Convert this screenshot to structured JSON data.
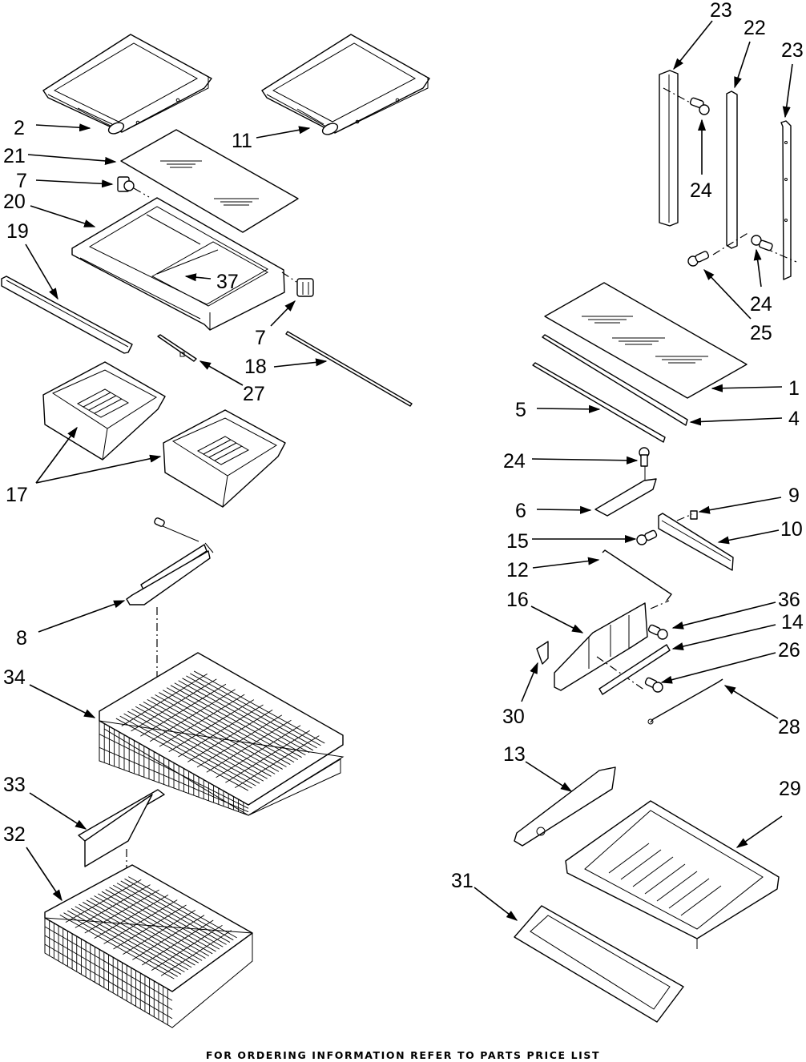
{
  "diagram": {
    "type": "exploded-parts-diagram",
    "subject": "Refrigerator shelf, crisper and freezer basket parts",
    "callouts": [
      {
        "id": "c2",
        "label": "2",
        "part": "shelf-frame-left"
      },
      {
        "id": "c11",
        "label": "11",
        "part": "shelf-frame-right"
      },
      {
        "id": "c21",
        "label": "21",
        "part": "crisper-glass-cover"
      },
      {
        "id": "c7a",
        "label": "7",
        "part": "shelf-support-clip-left"
      },
      {
        "id": "c20",
        "label": "20",
        "part": "crisper-cover-frame"
      },
      {
        "id": "c19",
        "label": "19",
        "part": "crisper-front-trim"
      },
      {
        "id": "c37",
        "label": "37",
        "part": "humidity-slide"
      },
      {
        "id": "c7b",
        "label": "7",
        "part": "shelf-support-clip-right"
      },
      {
        "id": "c18",
        "label": "18",
        "part": "shelf-rail-rod"
      },
      {
        "id": "c27",
        "label": "27",
        "part": "crisper-divider-clip"
      },
      {
        "id": "c17",
        "label": "17",
        "part": "crisper-drawers"
      },
      {
        "id": "c8",
        "label": "8",
        "part": "basket-divider-upper"
      },
      {
        "id": "c34",
        "label": "34",
        "part": "wire-basket-upper"
      },
      {
        "id": "c33",
        "label": "33",
        "part": "basket-divider-lower"
      },
      {
        "id": "c32",
        "label": "32",
        "part": "wire-basket-lower"
      },
      {
        "id": "c23a",
        "label": "23",
        "part": "shelf-ladder-left"
      },
      {
        "id": "c22",
        "label": "22",
        "part": "shelf-ladder-center"
      },
      {
        "id": "c23b",
        "label": "23",
        "part": "shelf-ladder-right"
      },
      {
        "id": "c24a",
        "label": "24",
        "part": "screw-upper"
      },
      {
        "id": "c24b",
        "label": "24",
        "part": "screw-right"
      },
      {
        "id": "c25",
        "label": "25",
        "part": "screw-lower"
      },
      {
        "id": "c1",
        "label": "1",
        "part": "glass-shelf"
      },
      {
        "id": "c5",
        "label": "5",
        "part": "shelf-trim-front"
      },
      {
        "id": "c4",
        "label": "4",
        "part": "shelf-trim-rear"
      },
      {
        "id": "c24c",
        "label": "24",
        "part": "screw-bracket"
      },
      {
        "id": "c6",
        "label": "6",
        "part": "shelf-bracket"
      },
      {
        "id": "c9",
        "label": "9",
        "part": "clip-nut"
      },
      {
        "id": "c15",
        "label": "15",
        "part": "screw-slide"
      },
      {
        "id": "c10",
        "label": "10",
        "part": "slide-rail"
      },
      {
        "id": "c12",
        "label": "12",
        "part": "slide-wire"
      },
      {
        "id": "c16",
        "label": "16",
        "part": "slide-support"
      },
      {
        "id": "c36",
        "label": "36",
        "part": "screw-support"
      },
      {
        "id": "c14",
        "label": "14",
        "part": "slide-guide"
      },
      {
        "id": "c26",
        "label": "26",
        "part": "screw-guide"
      },
      {
        "id": "c28",
        "label": "28",
        "part": "wire-link"
      },
      {
        "id": "c30",
        "label": "30",
        "part": "cap"
      },
      {
        "id": "c13",
        "label": "13",
        "part": "pan-side-trim"
      },
      {
        "id": "c29",
        "label": "29",
        "part": "deli-pan"
      },
      {
        "id": "c31",
        "label": "31",
        "part": "pan-front-handle"
      }
    ]
  },
  "footer": {
    "text": "FOR ORDERING INFORMATION REFER TO PARTS PRICE LIST"
  }
}
